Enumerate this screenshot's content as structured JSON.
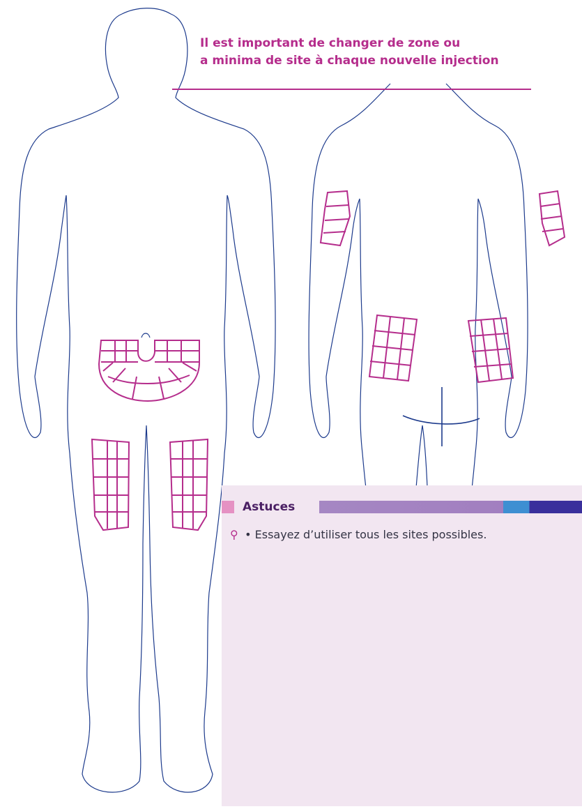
{
  "heading": {
    "line1": "Il est important de changer de zone ou",
    "line2": "a minima de site à chaque nouvelle injection"
  },
  "tips": {
    "title": "Astuces",
    "bullet": "•",
    "item": "Essayez d’utiliser tous les sites possibles."
  },
  "colors": {
    "outline": "#1c3a8c",
    "zone": "#b52d8c",
    "accent_magenta": "#b52d8c",
    "tips_bg": "#f2e6f1",
    "tile_blue": "#3e8fd2",
    "tile_indigo": "#3a2f9c",
    "tile_violet": "#8a55b5",
    "tile_pink": "#c062b4"
  },
  "icons": {
    "tip_marker": "pin-icon"
  }
}
